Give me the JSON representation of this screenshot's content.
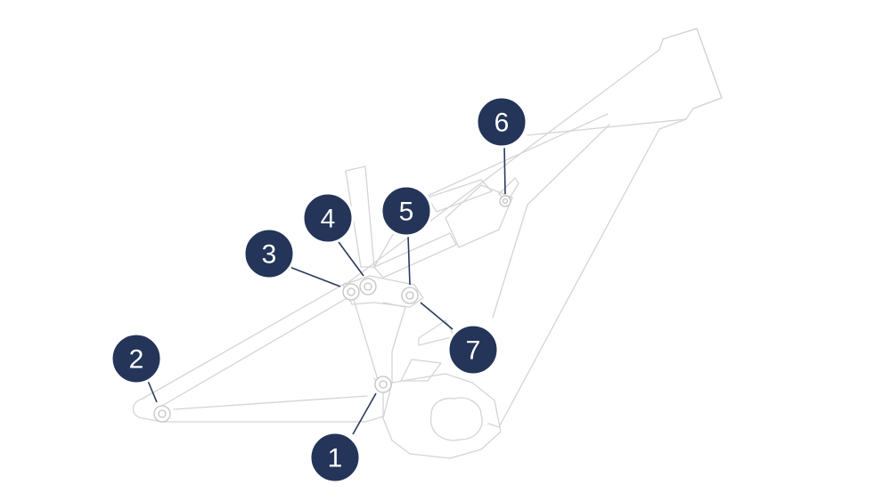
{
  "callouts": [
    {
      "label": "1"
    },
    {
      "label": "2"
    },
    {
      "label": "3"
    },
    {
      "label": "4"
    },
    {
      "label": "5"
    },
    {
      "label": "6"
    },
    {
      "label": "7"
    }
  ],
  "colors": {
    "callout_fill": "#243559",
    "frame_stroke": "#d4d4d4"
  }
}
